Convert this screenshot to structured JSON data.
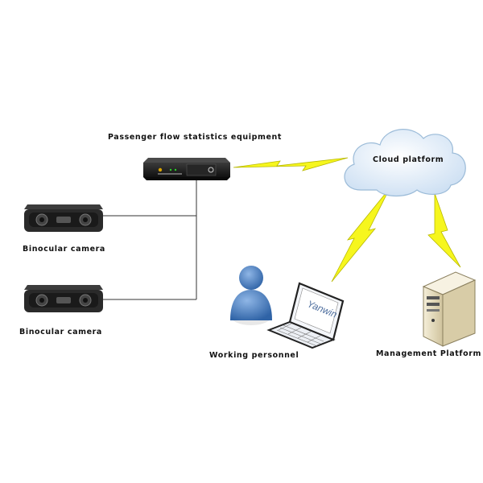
{
  "labels": {
    "equipment": "Passenger flow statistics equipment",
    "cloud": "Cloud platform",
    "camera_top": "Binocular camera",
    "camera_bottom": "Binocular camera",
    "personnel": "Working personnel",
    "management": "Management Platform",
    "laptop_brand": "Yanwin"
  },
  "colors": {
    "wire": "#333333",
    "lightning_fill": "#f6f61e",
    "lightning_stroke": "#b8b800",
    "cloud_fill": "#dceaf8",
    "cloud_stroke": "#9bbbd8",
    "person": "#4a7fbf",
    "server": "#e9dfc4",
    "device_body": "#1d1d1d",
    "camera_body": "#2a2a2a"
  },
  "icons": {
    "equipment": "mobile-dvr-icon",
    "cloud": "cloud-icon",
    "camera": "binocular-camera-icon",
    "person": "person-icon",
    "laptop": "laptop-icon",
    "server": "server-tower-icon",
    "wireless": "lightning-bolt-icon"
  }
}
